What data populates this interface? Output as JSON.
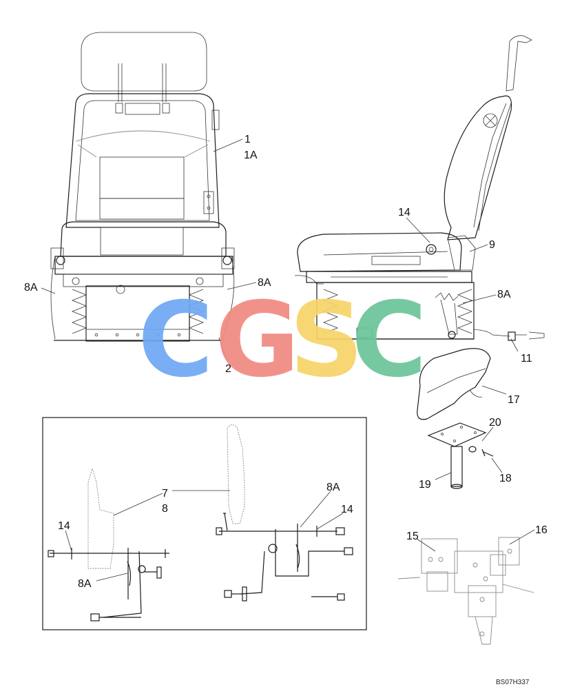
{
  "watermark": {
    "letters": [
      "C",
      "G",
      "S",
      "C"
    ],
    "colors": [
      "#6fa8f5",
      "#f08a82",
      "#f7d46a",
      "#6cc49a"
    ]
  },
  "callouts": {
    "c1": "1",
    "c1a": "1A",
    "c8a_left": "8A",
    "c8a_mid": "8A",
    "c2": "2",
    "c14_side": "14",
    "c9": "9",
    "c8a_right": "8A",
    "c11": "11",
    "c17": "17",
    "c20": "20",
    "c19": "19",
    "c18": "18",
    "c16": "16",
    "c15": "15",
    "c7": "7",
    "c8": "8",
    "c14_box_left": "14",
    "c8a_box_left": "8A",
    "c8a_box_right": "8A",
    "c14_box_right": "14"
  },
  "code": "BS07H337"
}
